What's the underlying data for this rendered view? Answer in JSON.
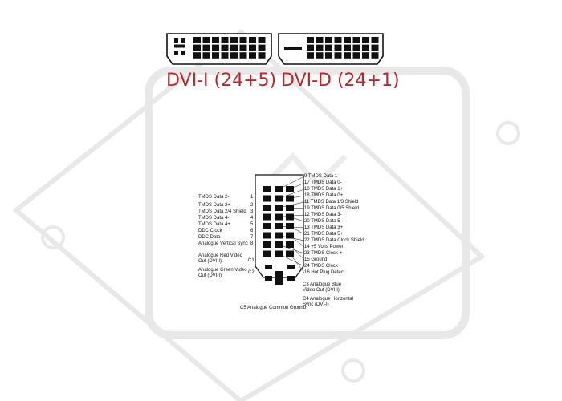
{
  "connectors": {
    "dvi_i_label": "DVI-I (24+5)",
    "dvi_d_label": "DVI-D (24+1)"
  },
  "pinout": {
    "left_labels": [
      "TMDS Data 2-",
      "TMDS Data 2+",
      "TMDS Data 2/4 Shield",
      "TMDS Data 4-",
      "TMDS Data 4+",
      "DDC Clock",
      "DDC Data",
      "Analogue Vertical Sync"
    ],
    "left_numbers": [
      "1",
      "2",
      "3",
      "4",
      "5",
      "6",
      "7",
      "8"
    ],
    "right_labels": [
      "9 TMDS Data 1-",
      "17 TMDS Data 0-",
      "10 TMDS Data 1+",
      "18 TMDS Data 0+",
      "11 TMDS Data 1/3 Shield",
      "19 TMDS Data 0/5 Shield",
      "12 TMDS Data 3-",
      "20 TMDS Data 5-",
      "13 TMDS Data 3+",
      "21 TMDS Data 5+",
      "22 TMDS Data Clock Shield",
      "14 +5 Volts Power",
      "23 TMDS Clock +",
      "15 Ground",
      "24 TMDS Clock -",
      "16 Hot Plug Detect"
    ],
    "c1_label": "Analogue Red Video Out (DVI-I)",
    "c1_code": "C1",
    "c2_label": "Analogue Green Video Out (DVI-I)",
    "c2_code": "C2",
    "c3_label": "C3 Analogue Blue Video Out (DVI-I)",
    "c4_label": "C4 Analogue Horizontal Sync (DVI-I)",
    "c5_label": "C5  Analogue Common Ground"
  },
  "colors": {
    "label_red": "#c0242a",
    "watermark_gray": "#e6e6e6",
    "ink": "#111111"
  }
}
